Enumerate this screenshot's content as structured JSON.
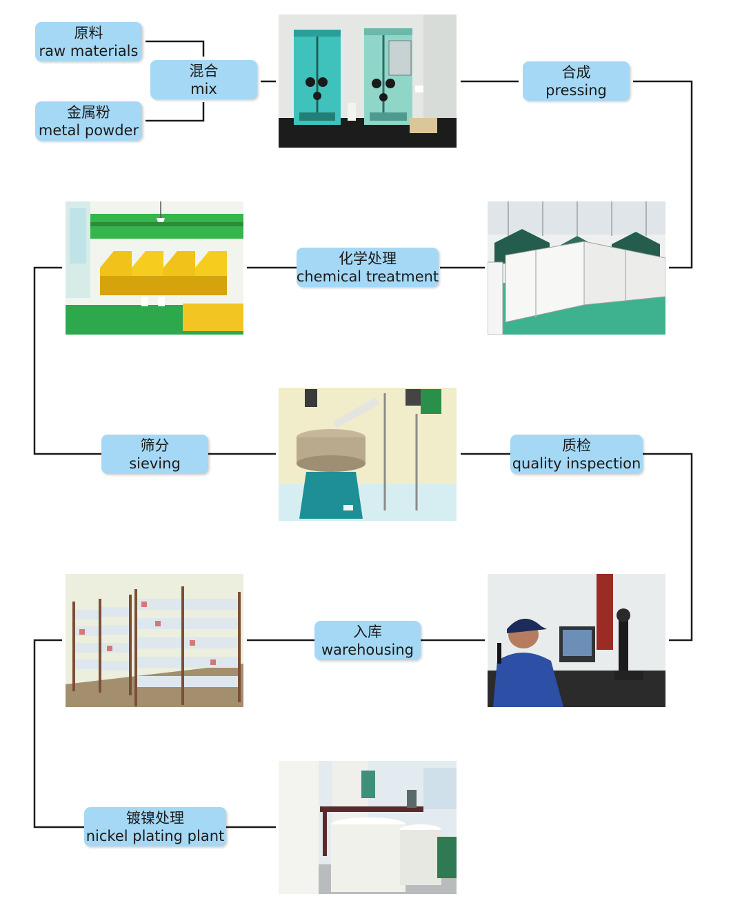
{
  "steps": {
    "raw_materials": {
      "cn": "原料",
      "en": "raw materials"
    },
    "metal_powder": {
      "cn": "金属粉",
      "en": "metal powder"
    },
    "mix": {
      "cn": "混合",
      "en": "mix"
    },
    "pressing": {
      "cn": "合成",
      "en": "pressing"
    },
    "chemical_treatment": {
      "cn": "化学处理",
      "en": "chemical treatment"
    },
    "sieving": {
      "cn": "筛分",
      "en": "sieving"
    },
    "quality_inspection": {
      "cn": "质检",
      "en": "quality inspection"
    },
    "warehousing": {
      "cn": "入库",
      "en": "warehousing"
    },
    "nickel_plating": {
      "cn": "镀镍处理",
      "en": "nickel plating plant"
    }
  },
  "photos": [
    {
      "id": "mixing-machines",
      "subject": "two teal mixing machines on a lab bench"
    },
    {
      "id": "pressing-workshop",
      "subject": "pressing machines behind white partitions on a green floor"
    },
    {
      "id": "chemical-treatment-hoods",
      "subject": "yellow fume hoods with green ducting"
    },
    {
      "id": "sieving-machine",
      "subject": "vibrating sieve on a teal base"
    },
    {
      "id": "inspection-station",
      "subject": "worker at a microscope and monitor"
    },
    {
      "id": "warehouse-shelves",
      "subject": "shelves stacked with jars"
    },
    {
      "id": "plating-tanks",
      "subject": "white cylindrical plating tanks"
    }
  ],
  "colors": {
    "box_fill": "#a5d8f5",
    "line": "#1a1a1a",
    "background": "#ffffff"
  }
}
